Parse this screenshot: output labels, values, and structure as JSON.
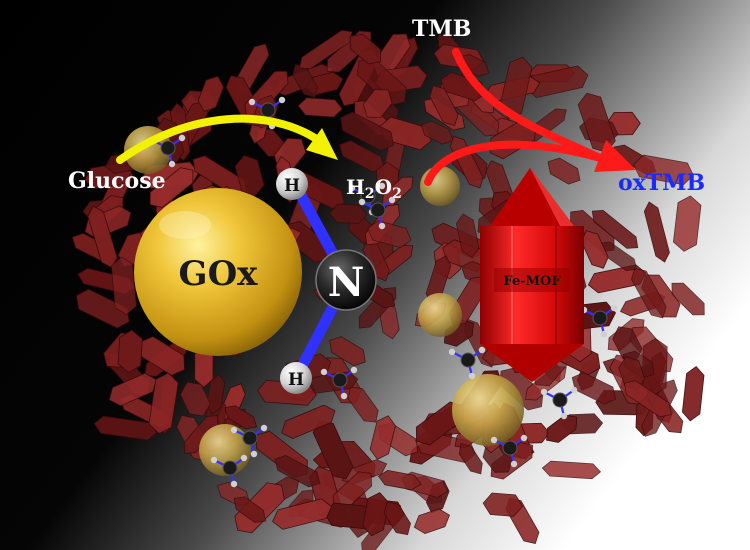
{
  "labels": {
    "glucose": "Glucose",
    "h2o2_main": "H",
    "h2o2_sub1": "2",
    "h2o2_mid": "O",
    "h2o2_sub2": "2",
    "tmb": "TMB",
    "oxtmb": "oxTMB",
    "gox": "GOx",
    "n_atom": "N",
    "h_atom_top": "H",
    "h_atom_bottom": "H",
    "fe_mof": "Fe-MOF"
  },
  "colors": {
    "arrow_glucose": "#f2f200",
    "arrow_tmb": "#ff1a1a",
    "oxtmb_text": "#1a2bff",
    "tmb_text": "#ffffff",
    "gox_sphere": "#e0b21e",
    "crystal_red": "#d01010",
    "mof_cluster": "#7a1e1e",
    "bond_blue": "#3030ff",
    "bond_grey": "#9a9a9a"
  },
  "icons": {
    "background": "black-to-white-diagonal-gradient",
    "gox": "gold-sphere",
    "nitrogen": "dark-sphere",
    "hydrogen": "white-sphere",
    "fe_mof": "red-hexagonal-crystal",
    "cluster": "mof-crystal-cluster"
  }
}
